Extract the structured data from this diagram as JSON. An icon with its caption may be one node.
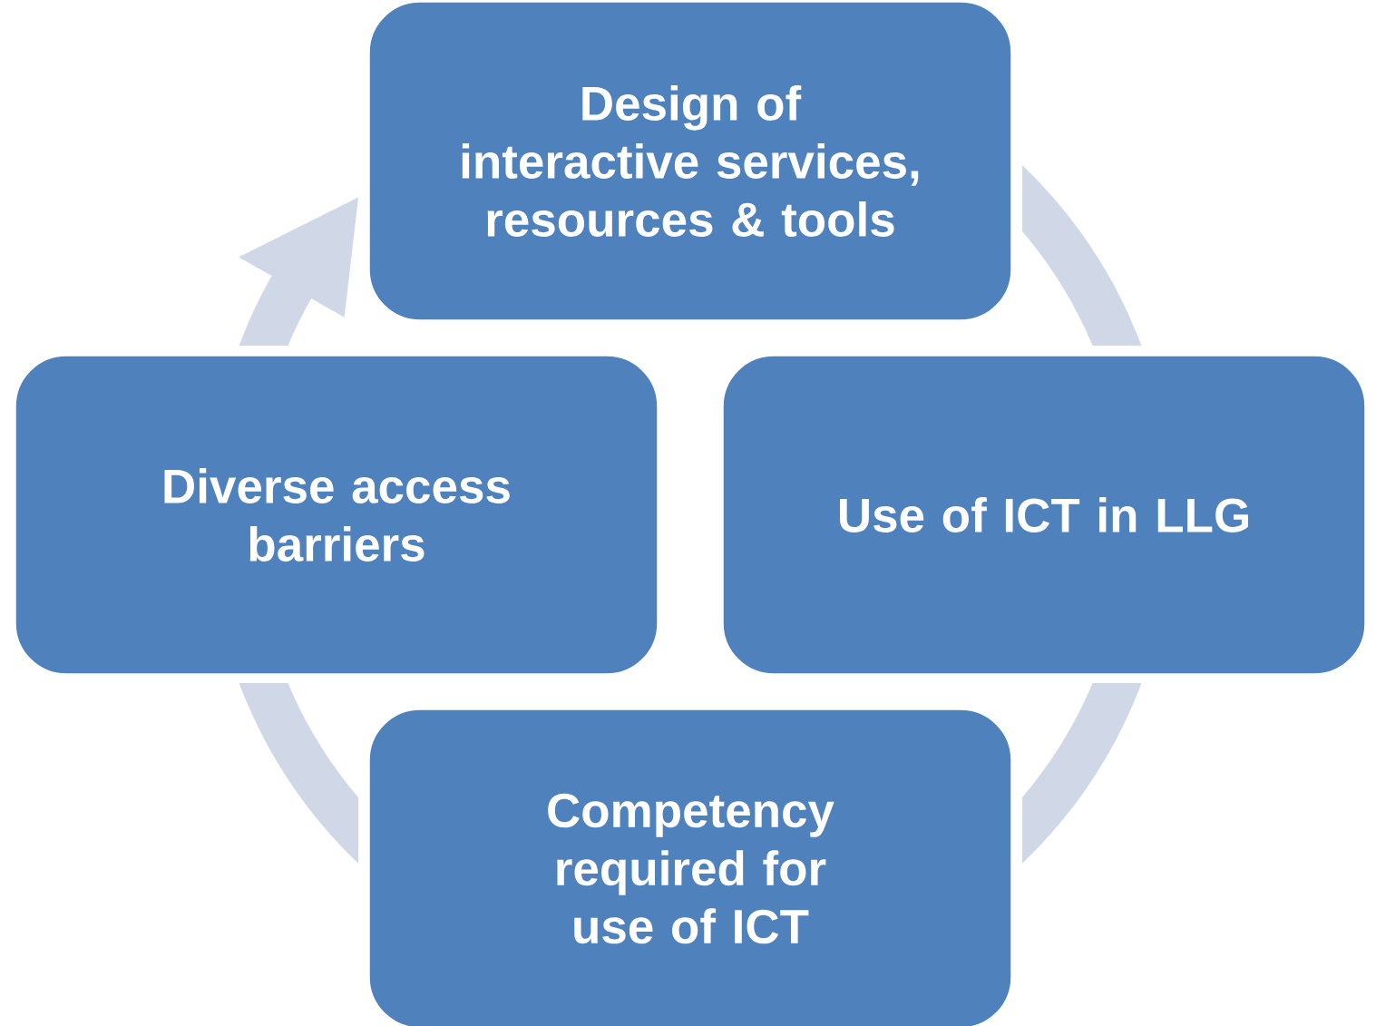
{
  "diagram": {
    "nodes": [
      {
        "text": [
          "Design of interactive services, resources & tools"
        ]
      },
      {
        "text": [
          "Diverse access barriers"
        ]
      },
      {
        "text": [
          "Use of ICT in LLG"
        ]
      },
      {
        "text": [
          "Competency required for use of ICT"
        ]
      }
    ],
    "edges": [
      {
        "from": 0,
        "to": 2,
        "arrow": "none"
      },
      {
        "from": 2,
        "to": 3,
        "arrow": "none"
      },
      {
        "from": 3,
        "to": 1,
        "arrow": "none"
      },
      {
        "from": 1,
        "to": 0,
        "arrow": "to"
      }
    ]
  }
}
